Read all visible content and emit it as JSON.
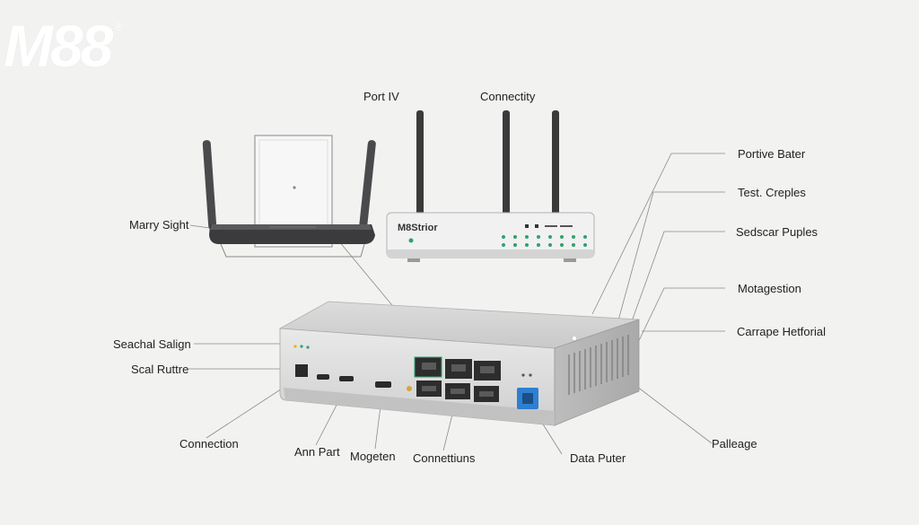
{
  "logo": {
    "text": "M88",
    "mark": "®"
  },
  "model_badge": "M8Strior",
  "labels": {
    "port_iv": "Port IV",
    "connectity": "Connectity",
    "marry_sight": "Marry Sight",
    "portive_bater": "Portive Bater",
    "test_creples": "Test. Creples",
    "sedscar_puples": "Sedscar Puples",
    "motagestion": "Motagestion",
    "carrape_hetforial": "Carrape Hetforial",
    "seachal_salign": "Seachal Salign",
    "scal_ruttre": "Scal Ruttre",
    "connection": "Connection",
    "ann_part": "Ann Part",
    "mogeten": "Mogeten",
    "connettiuns": "Connettiuns",
    "data_puter": "Data Puter",
    "palleage": "Palleage"
  },
  "colors": {
    "background": "#f2f2f1",
    "router_dark": "#3b3b3d",
    "device_light": "#e6e6e6",
    "led_green": "#2fa36b",
    "power_blue": "#2f7fd1",
    "leader_line": "#8a8a8a"
  }
}
